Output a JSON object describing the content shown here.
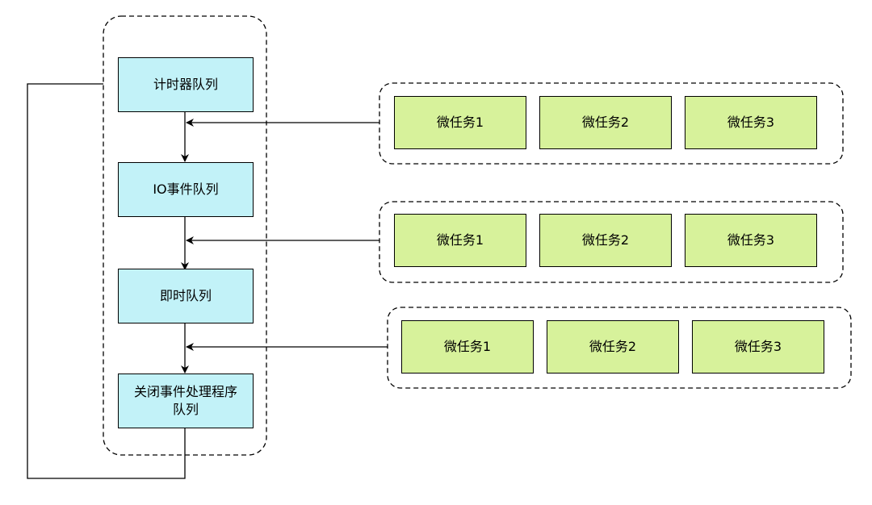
{
  "colors": {
    "queue_fill": "#c2f2f8",
    "microtask_fill": "#d7f29b",
    "stroke": "#000000",
    "background": "#ffffff"
  },
  "queues": [
    {
      "label": "计时器队列"
    },
    {
      "label": "IO事件队列"
    },
    {
      "label": "即时队列"
    },
    {
      "label": "关闭事件处理程序\n队列"
    }
  ],
  "microtask_groups": [
    {
      "tasks": [
        "微任务1",
        "微任务2",
        "微任务3"
      ]
    },
    {
      "tasks": [
        "微任务1",
        "微任务2",
        "微任务3"
      ]
    },
    {
      "tasks": [
        "微任务1",
        "微任务2",
        "微任务3"
      ]
    }
  ]
}
